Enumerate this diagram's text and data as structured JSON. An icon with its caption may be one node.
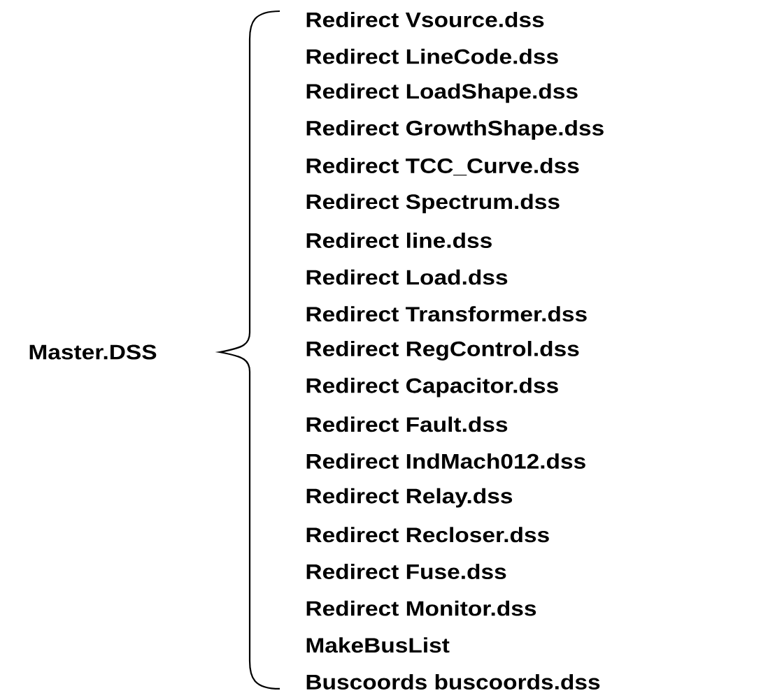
{
  "diagram": {
    "labels": [
      "Master.DSS",
      "Redirect Vsource.dss",
      "Redirect LineCode.dss",
      "Redirect LoadShape.dss",
      "Redirect GrowthShape.dss",
      "Redirect TCC_Curve.dss",
      "Redirect Spectrum.dss",
      "Redirect line.dss",
      "Redirect Load.dss",
      "Redirect Transformer.dss",
      "Redirect RegControl.dss",
      "Redirect Capacitor.dss",
      "Redirect Fault.dss",
      "Redirect IndMach012.dss",
      "Redirect Relay.dss",
      "Redirect Recloser.dss",
      "Redirect Fuse.dss",
      "Redirect Monitor.dss",
      "MakeBusList",
      "Buscoords buscoords.dss"
    ]
  }
}
